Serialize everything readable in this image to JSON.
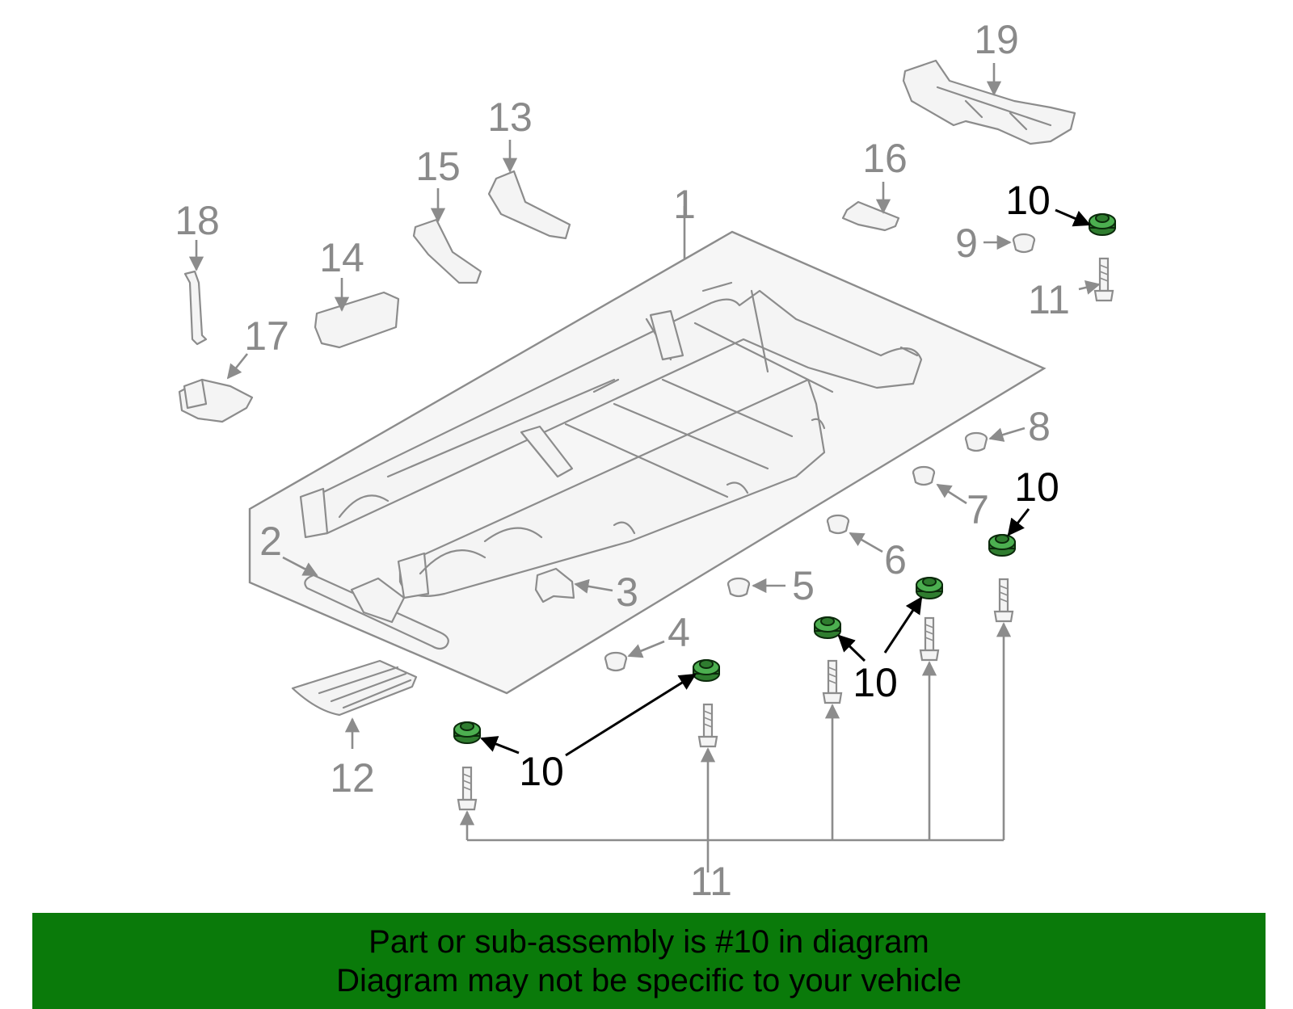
{
  "callouts": {
    "c1": "1",
    "c2": "2",
    "c3": "3",
    "c4": "4",
    "c5": "5",
    "c6": "6",
    "c7": "7",
    "c8": "8",
    "c9": "9",
    "c10": "10",
    "c11": "11",
    "c12": "12",
    "c13": "13",
    "c14": "14",
    "c15": "15",
    "c16": "16",
    "c17": "17",
    "c18": "18",
    "c19": "19"
  },
  "highlight_part": "10",
  "colors": {
    "banner": "#0a7a0a",
    "highlight": "#2f7d2f",
    "linework": "#8c8c8c"
  },
  "banner": {
    "line1": "Part or sub-assembly is #10 in diagram",
    "line2": "Diagram may not be specific to your vehicle"
  }
}
